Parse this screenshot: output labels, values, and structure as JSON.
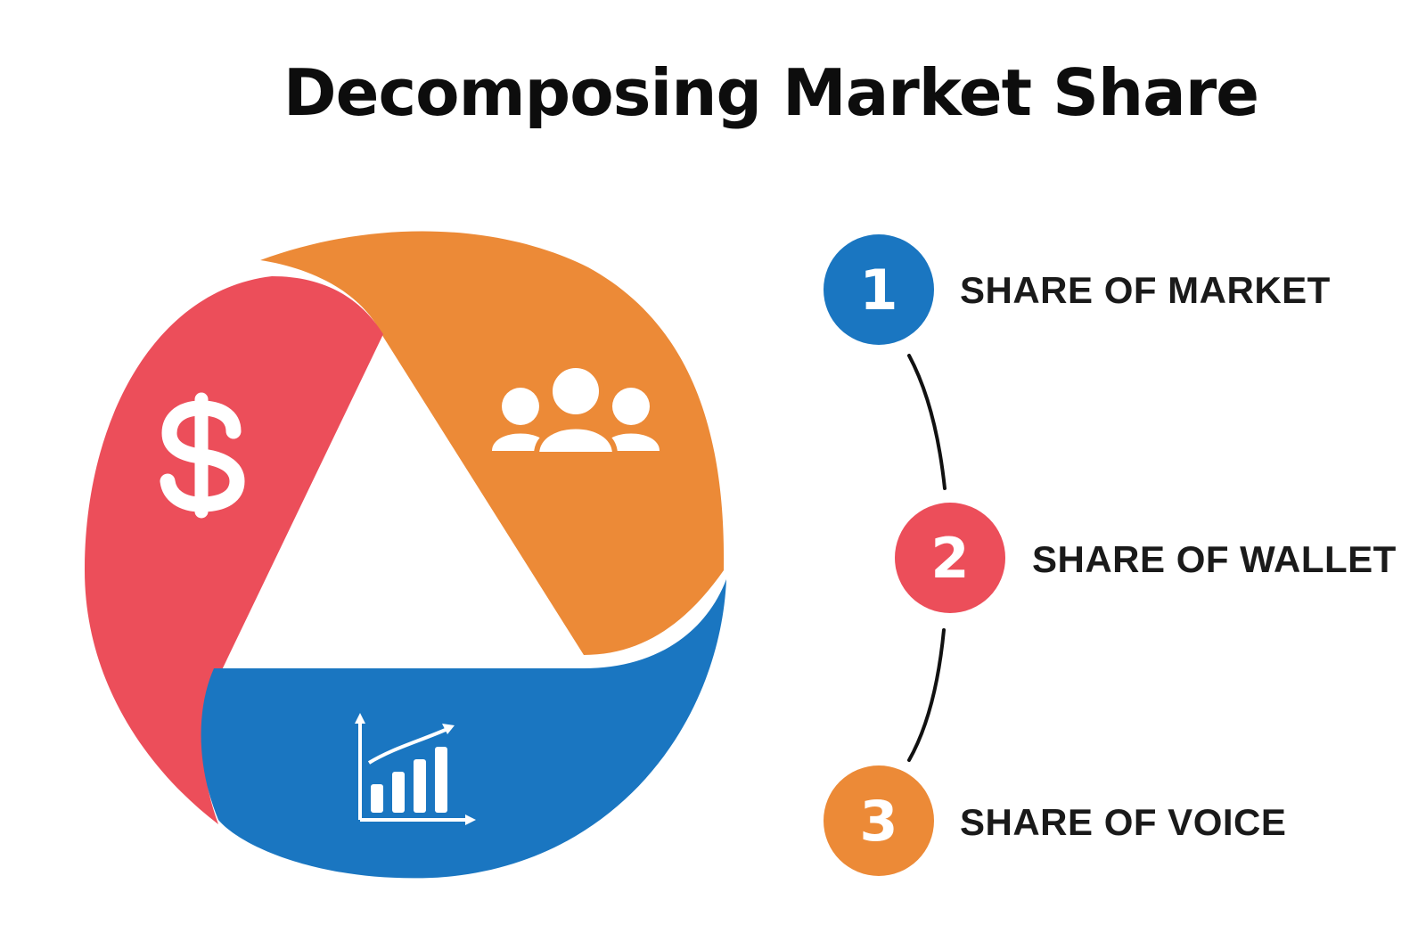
{
  "title": "Decomposing Market Share",
  "colors": {
    "red": "#ec4e5a",
    "orange": "#ec8a37",
    "blue": "#1a76c1",
    "connector": "#111111",
    "background": "#ffffff"
  },
  "segments": [
    {
      "color": "orange",
      "icon": "people-group-icon"
    },
    {
      "color": "red",
      "icon": "dollar-sign-icon"
    },
    {
      "color": "blue",
      "icon": "growth-bar-chart-icon"
    }
  ],
  "items": [
    {
      "number": "1",
      "label": "SHARE OF MARKET",
      "color": "blue"
    },
    {
      "number": "2",
      "label": "SHARE OF WALLET",
      "color": "red"
    },
    {
      "number": "3",
      "label": "SHARE OF VOICE",
      "color": "orange"
    }
  ]
}
